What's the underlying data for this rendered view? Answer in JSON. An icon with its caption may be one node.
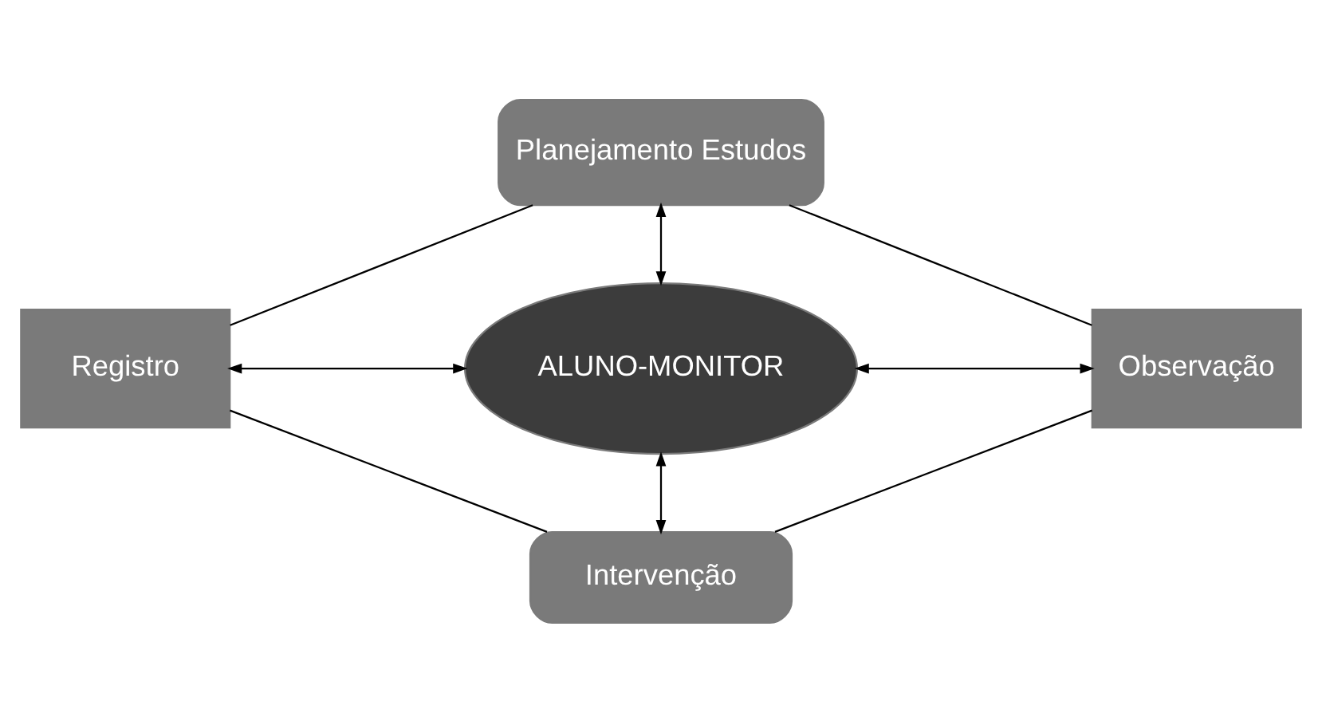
{
  "diagram": {
    "nodes": [
      {
        "text": [
          "Planejamento Estudos"
        ]
      },
      {
        "text": [
          "Registro"
        ]
      },
      {
        "text": [
          "ALUNO-MONITOR"
        ]
      },
      {
        "text": [
          "Observação"
        ]
      },
      {
        "text": [
          "Intervenção"
        ]
      }
    ],
    "edges": [
      {
        "from": 0,
        "to": 2,
        "arrow": "both"
      },
      {
        "from": 1,
        "to": 2,
        "arrow": "both"
      },
      {
        "from": 2,
        "to": 3,
        "arrow": "both"
      },
      {
        "from": 2,
        "to": 4,
        "arrow": "both"
      },
      {
        "from": 0,
        "to": 3,
        "arrow": "none"
      },
      {
        "from": 3,
        "to": 4,
        "arrow": "none"
      },
      {
        "from": 4,
        "to": 1,
        "arrow": "none"
      },
      {
        "from": 1,
        "to": 0,
        "arrow": "none"
      }
    ]
  }
}
